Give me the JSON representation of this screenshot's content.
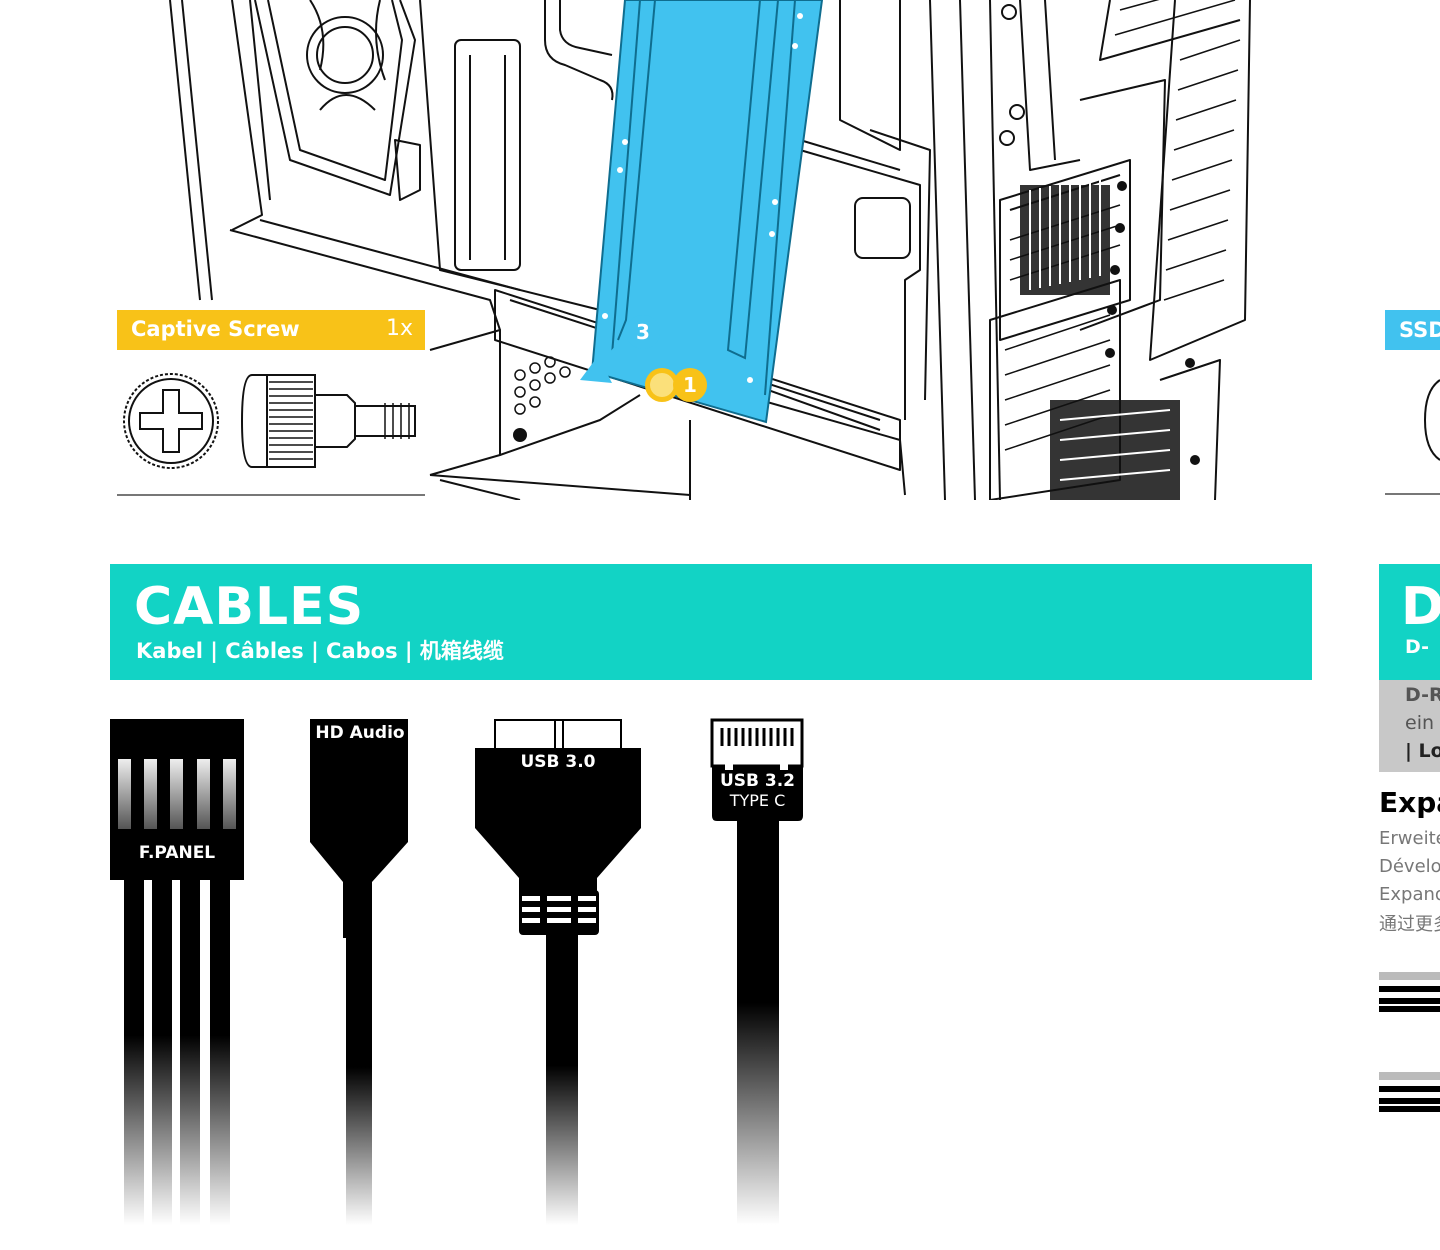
{
  "screw_panel": {
    "title": "Captive Screw",
    "quantity": "1x",
    "header_color": "#f8c218"
  },
  "steps": {
    "step_1": "1",
    "step_3": "3"
  },
  "ssd_panel": {
    "label": "SSD",
    "header_color": "#41c2ef"
  },
  "cables_section": {
    "title": "CABLES",
    "subtitle": "Kabel | Câbles | Cabos | 机箱线缆",
    "banner_color": "#12d3c5"
  },
  "cables": [
    {
      "label": "F.PANEL"
    },
    {
      "label": "HD Audio"
    },
    {
      "label": "USB 3.0"
    },
    {
      "label_line1": "USB 3.2",
      "label_line2": "TYPE C"
    }
  ],
  "right_section": {
    "banner_letter": "D",
    "banner_sub": "D-",
    "grey_lines": [
      "D-R",
      "ein",
      "| Los"
    ],
    "heading": "Expa",
    "lines": [
      "Erweite",
      "Dévelo",
      "Expand",
      "通过更多"
    ]
  },
  "colors": {
    "accent_blue": "#41c2ef",
    "accent_yellow": "#f8c218",
    "accent_teal": "#12d3c5"
  }
}
